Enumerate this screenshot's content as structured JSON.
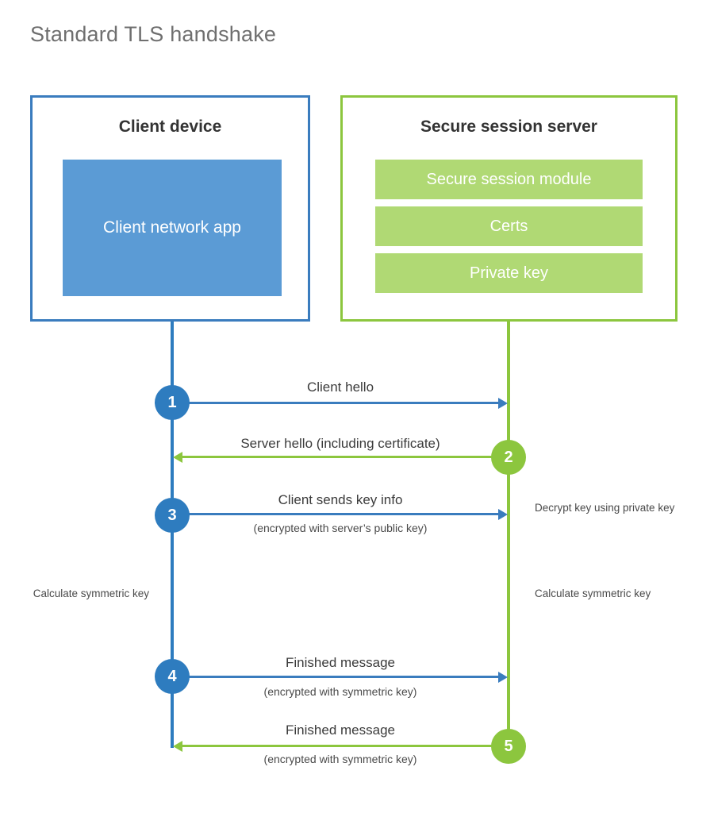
{
  "diagram": {
    "title": "Standard TLS handshake",
    "type": "sequence-diagram",
    "colors": {
      "client_border": "#3a7cbe",
      "client_fill": "#5b9bd5",
      "client_circle": "#2e7cbf",
      "server_border": "#8cc63e",
      "server_fill": "#b0d974",
      "server_circle": "#8cc63e",
      "text": "#3b3b3b",
      "title_text": "#6f6f6f",
      "background": "#ffffff"
    }
  },
  "client": {
    "title": "Client device",
    "app_label": "Client network app"
  },
  "server": {
    "title": "Secure session server",
    "components": [
      "Secure session module",
      "Certs",
      "Private key"
    ]
  },
  "steps": [
    {
      "number": "1",
      "label": "Client hello",
      "sub": "",
      "direction": "client-to-server",
      "color": "blue"
    },
    {
      "number": "2",
      "label": "Server hello (including certificate)",
      "sub": "",
      "direction": "server-to-client",
      "color": "green"
    },
    {
      "number": "3",
      "label": "Client sends key info",
      "sub": "(encrypted with server’s public key)",
      "direction": "client-to-server",
      "color": "blue"
    },
    {
      "number": "4",
      "label": "Finished message",
      "sub": "(encrypted with symmetric key)",
      "direction": "client-to-server",
      "color": "blue"
    },
    {
      "number": "5",
      "label": "Finished message",
      "sub": "(encrypted with symmetric key)",
      "direction": "server-to-client",
      "color": "green"
    }
  ],
  "notes": {
    "decrypt_key": "Decrypt key using private key",
    "client_calculate": "Calculate symmetric key",
    "server_calculate": "Calculate symmetric key"
  }
}
